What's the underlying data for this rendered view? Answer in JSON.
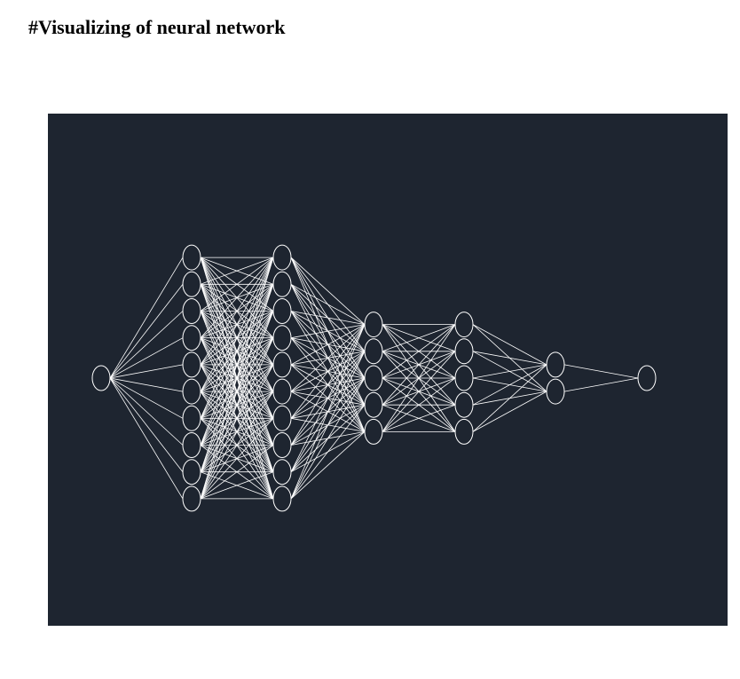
{
  "page": {
    "title": "#Visualizing of neural network"
  },
  "diagram": {
    "type": "neural-network",
    "background_color": "#1e2530",
    "line_color": "#ffffff",
    "layers": [
      {
        "neurons": 1
      },
      {
        "neurons": 10
      },
      {
        "neurons": 10
      },
      {
        "neurons": 5
      },
      {
        "neurons": 5
      },
      {
        "neurons": 2
      },
      {
        "neurons": 1
      }
    ],
    "fully_connected": true
  }
}
